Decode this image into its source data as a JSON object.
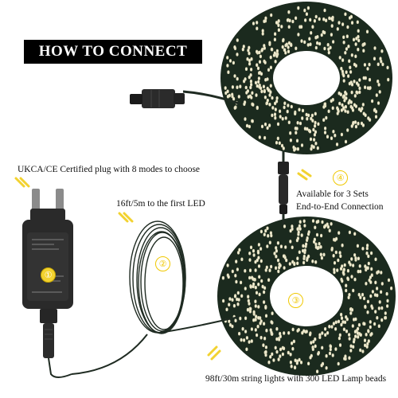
{
  "title": "HOW TO CONNECT",
  "captions": {
    "plug": "UKCA/CE Certified plug with 8 modes to choose",
    "lead": "16ft/5m to the first LED",
    "sets_line1": "Available for 3 Sets",
    "sets_line2": "End-to-End Connection",
    "string": "98ft/30m string lights with 300 LED Lamp beads"
  },
  "steps": {
    "one": "①",
    "two": "②",
    "three": "③",
    "four": "④"
  },
  "colors": {
    "accent": "#f2d230",
    "cable": "#1f2b22",
    "plug_body": "#2a2a2a"
  }
}
